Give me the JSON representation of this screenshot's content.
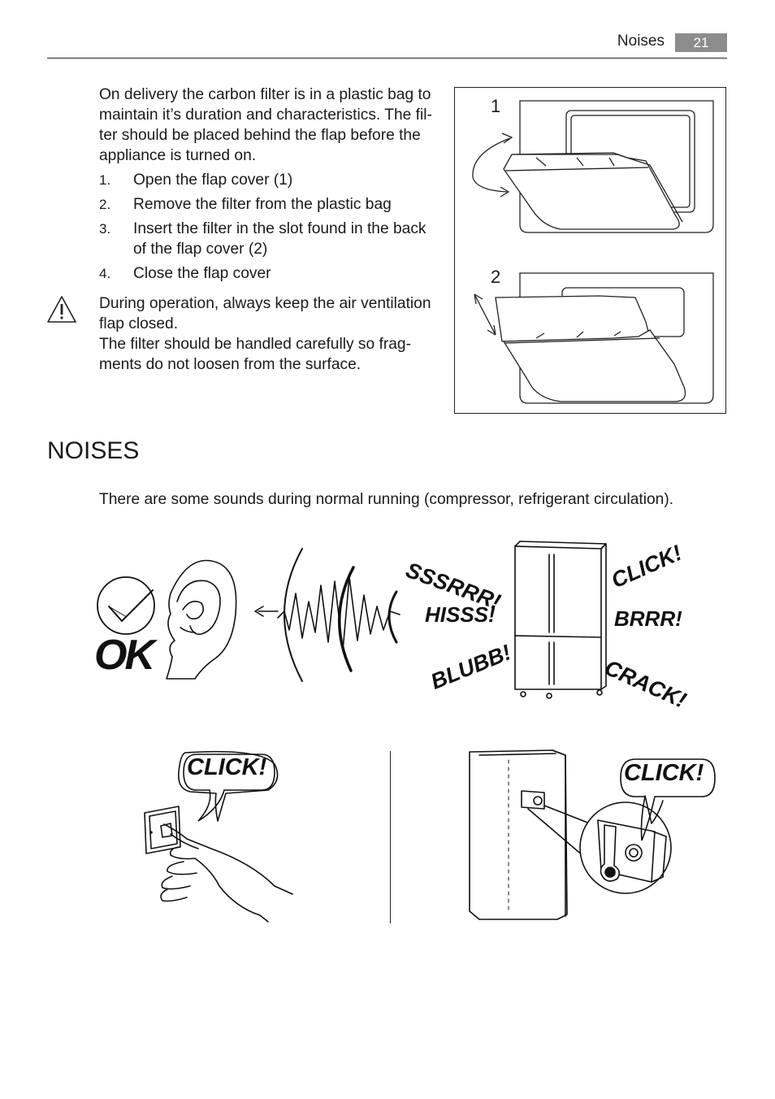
{
  "header": {
    "section": "Noises",
    "page_number": "21"
  },
  "carbon_filter": {
    "intro": "On delivery the carbon filter is in a plastic bag to maintain it’s duration and characteristics. The fil- ter should be placed behind the flap before the appliance is turned on.",
    "steps": [
      {
        "num": "1.",
        "text": "Open the flap cover (1)"
      },
      {
        "num": "2.",
        "text": "Remove the filter from the plastic bag"
      },
      {
        "num": "3.",
        "text": "Insert the filter in the slot found in the back of the flap cover (2)"
      },
      {
        "num": "4.",
        "text": "Close the flap cover"
      }
    ],
    "warning": {
      "line1": "During operation, always keep the air ventilation flap closed.",
      "line2": "The filter should be handled carefully so frag- ments do not loosen from the surface."
    },
    "figure_labels": [
      "1",
      "2"
    ]
  },
  "noises": {
    "title": "NOISES",
    "text": "There are some sounds during normal running (compressor, refrigerant circulation).",
    "ok_label": "OK",
    "sounds": [
      "SSSRRR!",
      "CLICK!",
      "HISSS!",
      "BRRR!",
      "BLUBB!",
      "CRACK!"
    ],
    "click_left": "CLICK!",
    "click_right": "CLICK!"
  }
}
